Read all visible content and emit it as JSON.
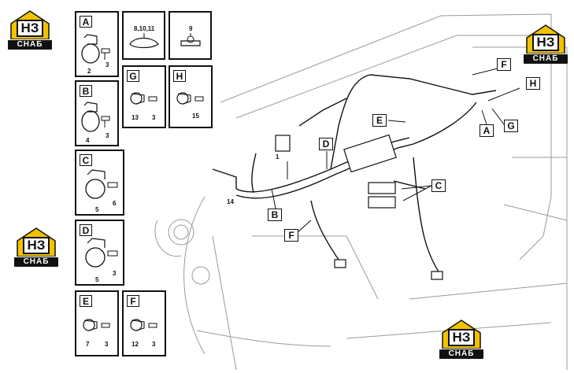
{
  "logo": {
    "mark": "НЗ",
    "caption": "СНАБ"
  },
  "detail_boxes": [
    {
      "id": "A",
      "numbers": [
        "2",
        "3"
      ]
    },
    {
      "id": "8,10,11",
      "numbers": []
    },
    {
      "id": "9",
      "numbers": []
    },
    {
      "id": "B",
      "numbers": [
        "4",
        "3"
      ]
    },
    {
      "id": "G",
      "numbers": [
        "13",
        "3"
      ]
    },
    {
      "id": "H",
      "numbers": [
        "15"
      ]
    },
    {
      "id": "C",
      "numbers": [
        "5",
        "6"
      ]
    },
    {
      "id": "D",
      "numbers": [
        "5",
        "3"
      ]
    },
    {
      "id": "E",
      "numbers": [
        "7",
        "3"
      ]
    },
    {
      "id": "F",
      "numbers": [
        "12",
        "3"
      ]
    }
  ],
  "callouts": {
    "F_top": "F",
    "H": "H",
    "A": "A",
    "G": "G",
    "E": "E",
    "D": "D",
    "C": "C",
    "B": "B",
    "F_low": "F",
    "part1": "1",
    "part14": "14"
  },
  "colors": {
    "ink": "#111111",
    "light_line": "#9a9a9a",
    "logo_yellow": "#f2c200"
  }
}
